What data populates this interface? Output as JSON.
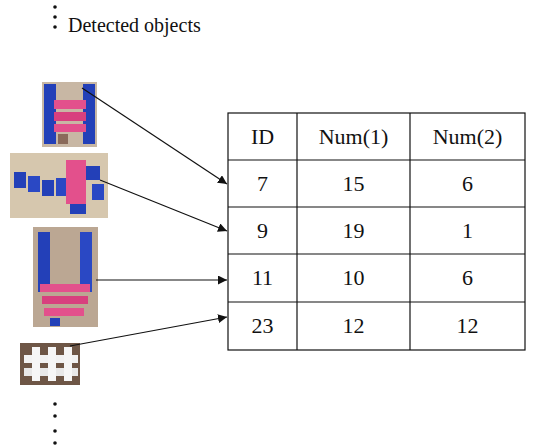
{
  "diagram": {
    "labels": [
      "Detected objects",
      "ID",
      "Num(1)",
      "Num(2)",
      "7",
      "15",
      "6",
      "9",
      "19",
      "1",
      "11",
      "10",
      "6",
      "23",
      "12",
      "12"
    ]
  }
}
